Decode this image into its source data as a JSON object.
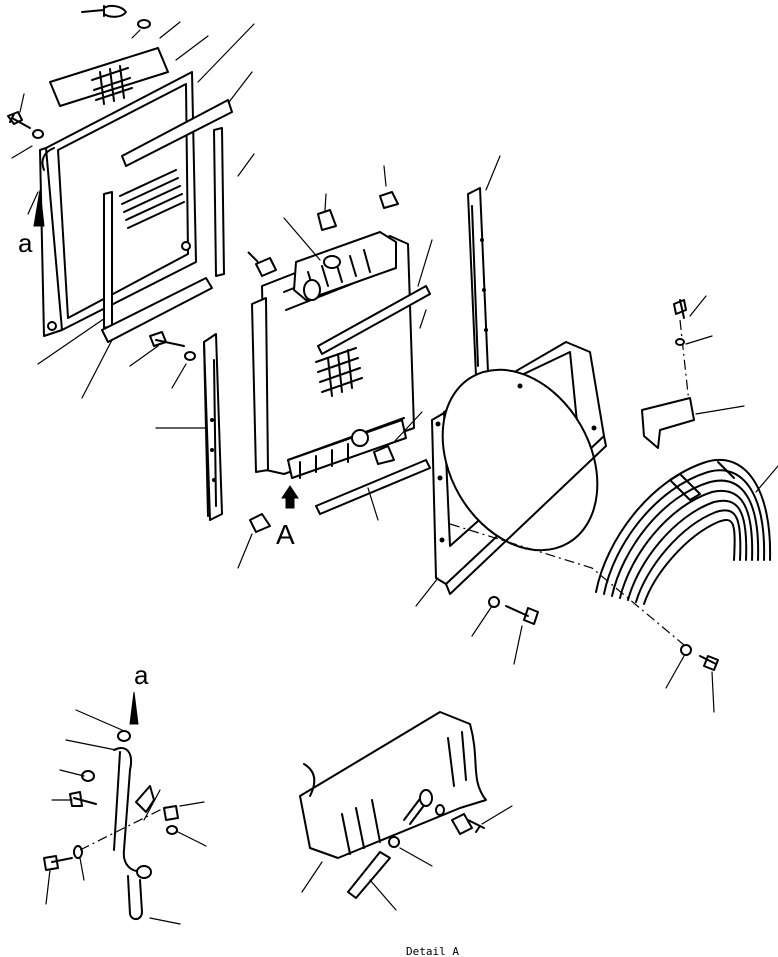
{
  "labels": {
    "ref_a": "a",
    "ref_a_detail": "a",
    "view_A": "A",
    "detail_caption": "Detail A"
  }
}
